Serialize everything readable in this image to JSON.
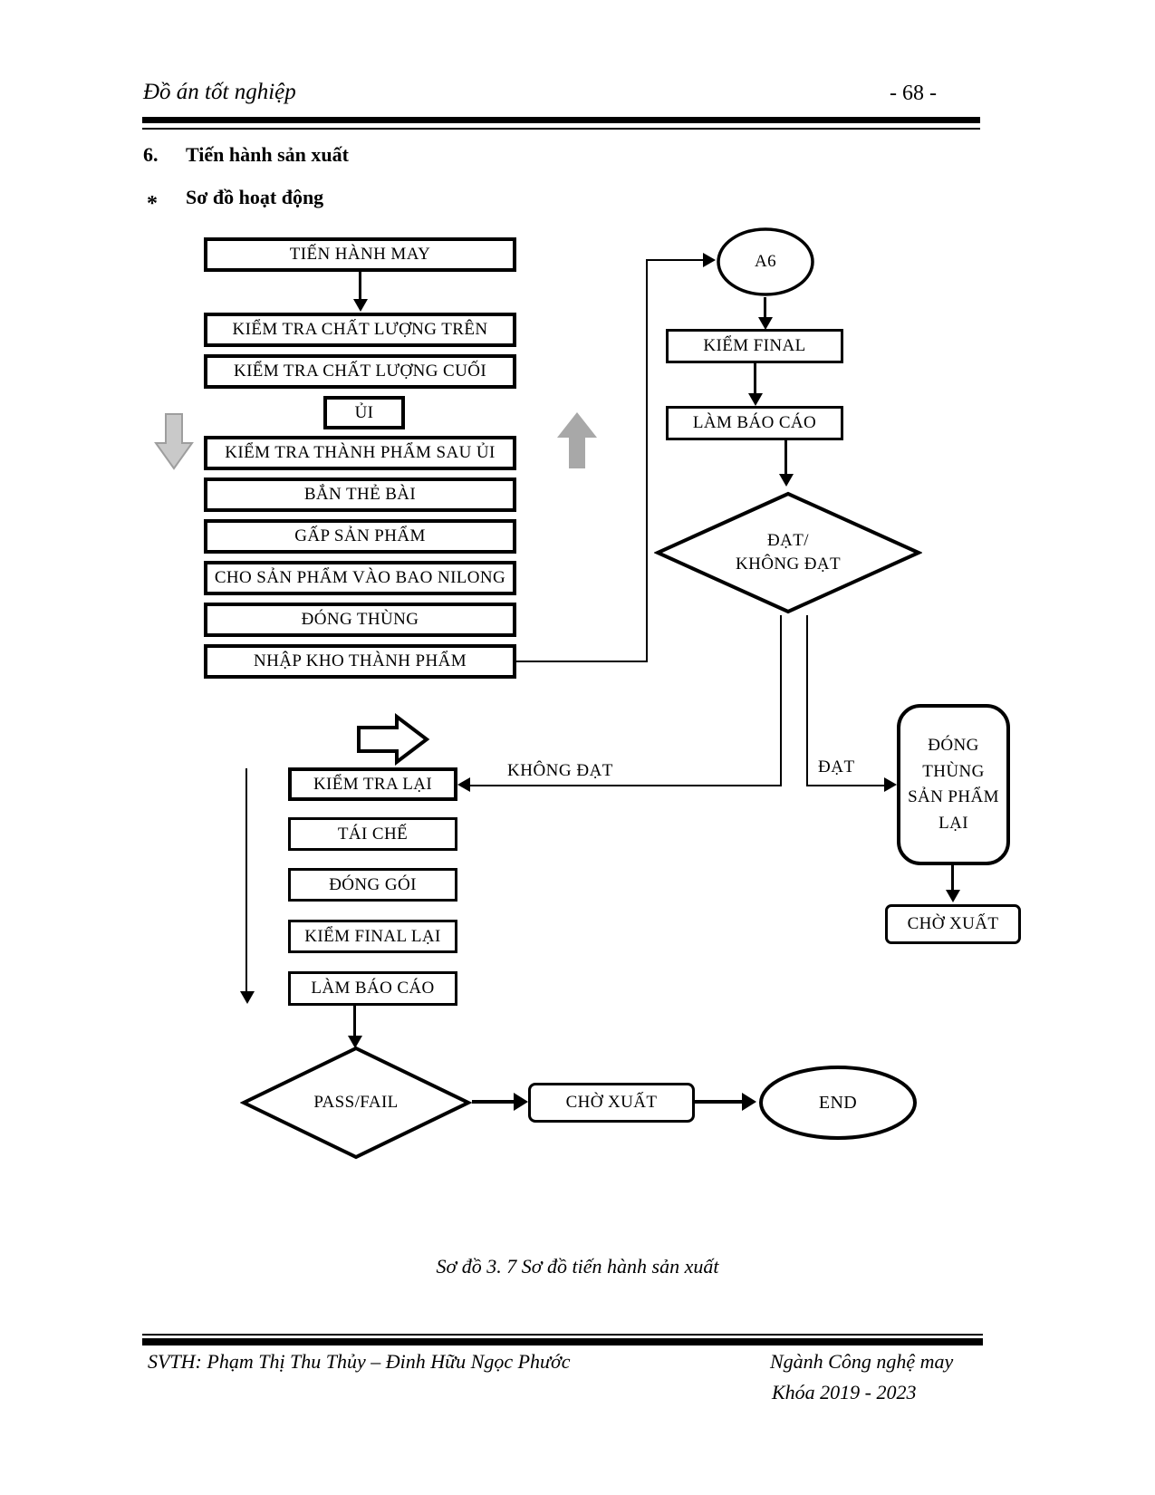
{
  "header": {
    "title": "Đồ án tốt nghiệp",
    "page_number": "- 68 -"
  },
  "headings": {
    "section_number": "6.",
    "section_title": "Tiến hành sản xuất",
    "sub_bullet": "*",
    "sub_title": "Sơ đồ hoạt động"
  },
  "flowchart": {
    "main_sequence": {
      "tien_hanh_may": "TIẾN HÀNH MAY",
      "kiem_tra_chat_luong_tren": "KIỂM TRA CHẤT LƯỢNG TRÊN",
      "kiem_tra_chat_luong_cuoi": "KIỂM TRA CHẤT LƯỢNG CUỐI",
      "ui": "ỦI",
      "kiem_tra_thanh_pham_sau_ui": "KIỂM TRA THÀNH PHẨM SAU ỦI",
      "ban_the_bai": "BẮN THẺ BÀI",
      "gap_san_pham": "GẤP SẢN PHẨM",
      "cho_san_pham_vao_bao_nilong": "CHO SẢN PHẨM VÀO BAO NILONG",
      "dong_thung": "ĐÓNG THÙNG",
      "nhap_kho_thanh_pham": "NHẬP KHO THÀNH PHẨM"
    },
    "final_check": {
      "connector": "A6",
      "kiem_final": "KIỂM FINAL",
      "lam_bao_cao": "LÀM BÁO CÁO",
      "decision": "ĐẠT/\nKHÔNG ĐẠT"
    },
    "branch_labels": {
      "fail": "KHÔNG ĐẠT",
      "pass": "ĐẠT"
    },
    "pass_branch": {
      "dong_thung_san_pham_lai": "ĐÓNG THÙNG SẢN PHẨM LẠI",
      "cho_xuat": "CHỜ XUẤT"
    },
    "recheck_sequence": {
      "kiem_tra_lai": "KIỂM TRA LẠI",
      "tai_che": "TÁI CHẾ",
      "dong_goi": "ĐÓNG GÓI",
      "kiem_final_lai": "KIỂM FINAL LẠI",
      "lam_bao_cao": "LÀM BÁO CÁO",
      "decision": "PASS/FAIL",
      "cho_xuat": "CHỜ XUẤT",
      "end": "END"
    }
  },
  "caption": "Sơ đồ 3. 7 Sơ đồ tiến hành sản xuất",
  "footer": {
    "left": "SVTH: Phạm Thị Thu Thủy – Đinh Hữu Ngọc Phước",
    "right_line1": "Ngành Công nghệ may",
    "right_line2": "Khóa 2019 - 2023"
  },
  "colors": {
    "ink": "#000000",
    "grey_arrow_light": "#c9c9c9",
    "grey_arrow_dark": "#a8a8a8",
    "paper": "#ffffff"
  }
}
